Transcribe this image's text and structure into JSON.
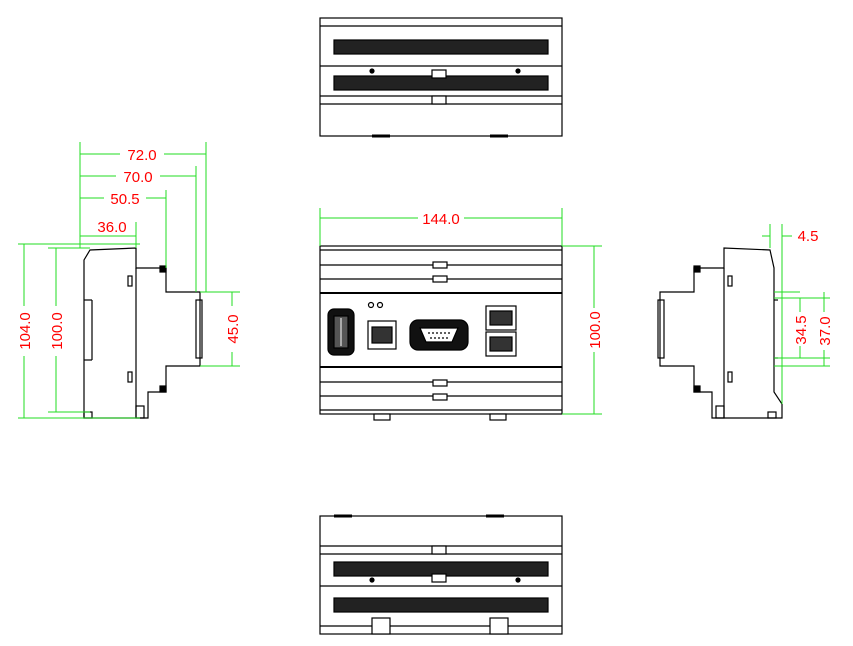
{
  "colors": {
    "outline": "#000000",
    "dimension_line": "#22dd22",
    "dimension_text": "#ff0000",
    "background": "#ffffff"
  },
  "dimensions": {
    "front_width": "144.0",
    "front_height": "100.0",
    "side_depth_total": "72.0",
    "side_depth_2": "70.0",
    "side_depth_3": "50.5",
    "side_depth_4": "36.0",
    "side_height_total": "104.0",
    "side_height_body": "100.0",
    "side_front_height": "45.0",
    "right_offset": "4.5",
    "right_rail_inner": "34.5",
    "right_rail_outer": "37.0"
  }
}
